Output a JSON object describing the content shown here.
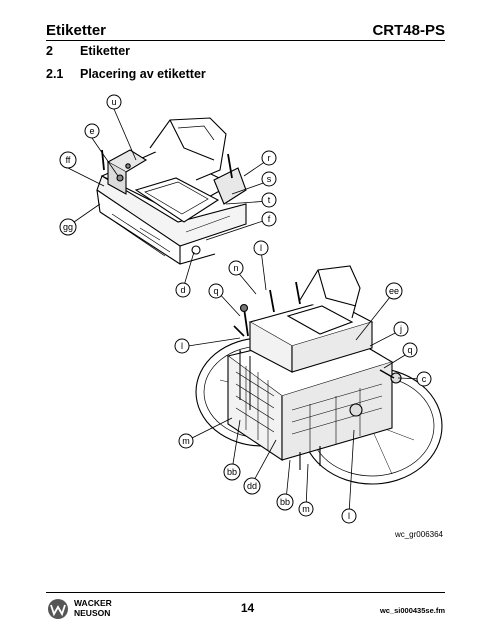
{
  "header": {
    "left": "Etiketter",
    "right": "CRT48-PS"
  },
  "section": {
    "number": "2",
    "title": "Etiketter"
  },
  "subsection": {
    "number": "2.1",
    "title": "Placering av etiketter"
  },
  "callouts": [
    "u",
    "e",
    "ff",
    "gg",
    "r",
    "s",
    "t",
    "f",
    "d",
    "n",
    "l",
    "q",
    "ee",
    "l",
    "j",
    "q",
    "c",
    "m",
    "bb",
    "dd",
    "bb",
    "m",
    "l"
  ],
  "figure_id": "wc_gr006364",
  "footer": {
    "logo_line1": "WACKER",
    "logo_line2": "NEUSON",
    "page_number": "14",
    "filename": "wc_si000435se.fm"
  }
}
